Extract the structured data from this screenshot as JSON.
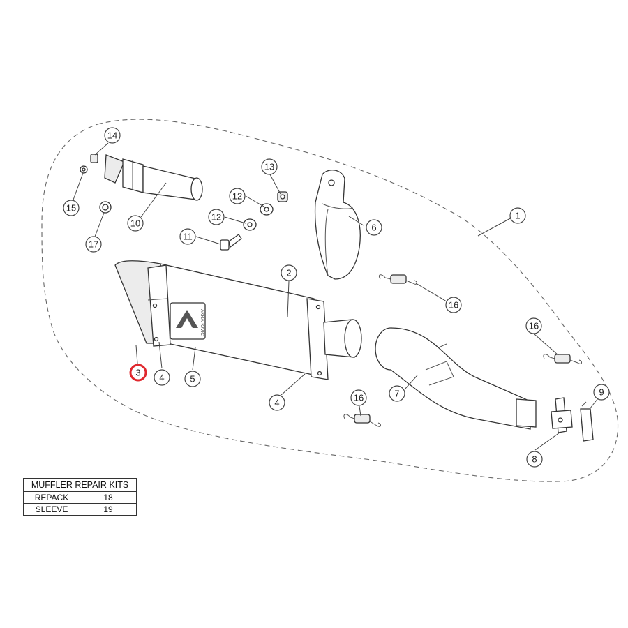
{
  "callouts": {
    "c1": "1",
    "c2": "2",
    "c3": "3",
    "c4a": "4",
    "c4b": "4",
    "c5": "5",
    "c6": "6",
    "c7": "7",
    "c8": "8",
    "c9": "9",
    "c10": "10",
    "c11": "11",
    "c12a": "12",
    "c12b": "12",
    "c13": "13",
    "c14": "14",
    "c15": "15",
    "c16a": "16",
    "c16b": "16",
    "c16c": "16",
    "c17": "17"
  },
  "highlighted_callout": "3",
  "colors": {
    "highlight": "#e0282e",
    "line": "#333333"
  },
  "logo_text": "AKRAPOVIC",
  "repair_kits": {
    "title": "MUFFLER REPAIR KITS",
    "rows": [
      {
        "name": "REPACK",
        "number": "18"
      },
      {
        "name": "SLEEVE",
        "number": "19"
      }
    ]
  }
}
